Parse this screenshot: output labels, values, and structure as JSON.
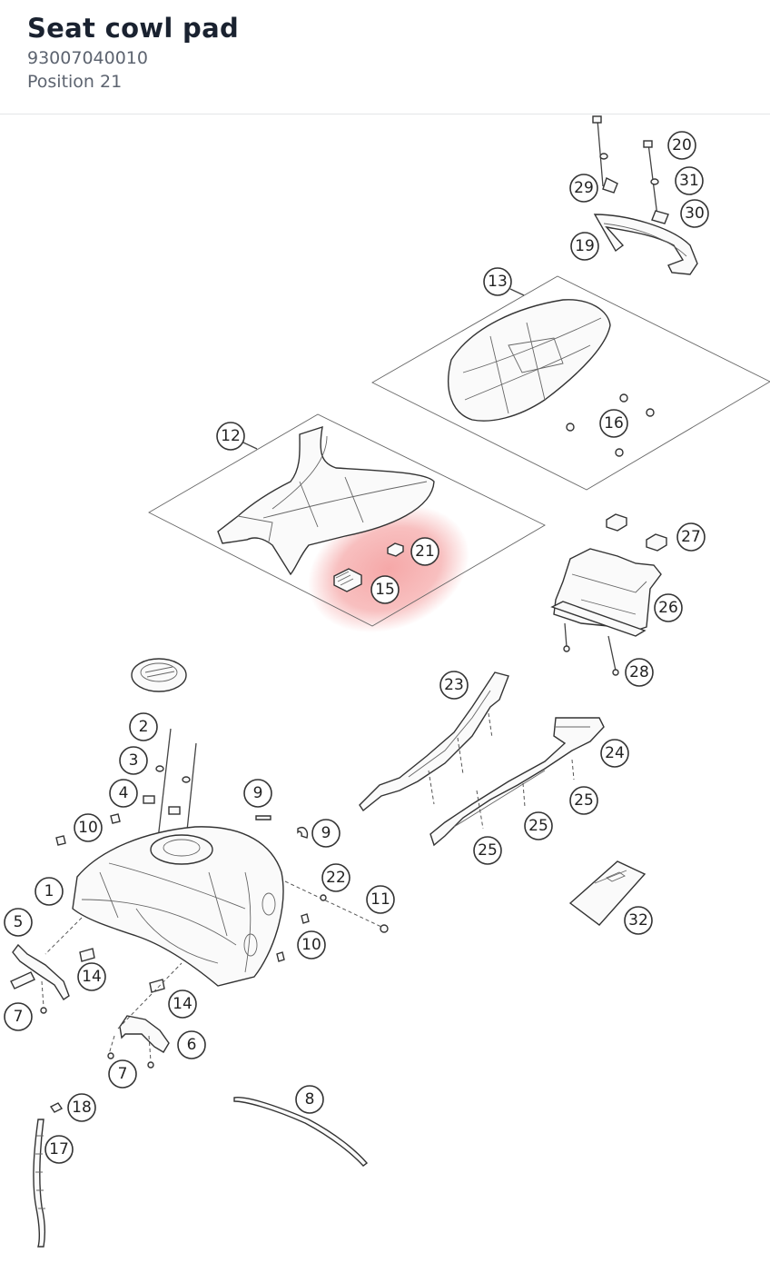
{
  "header": {
    "title": "Seat cowl pad",
    "part_number": "93007040010",
    "position": "Position 21"
  },
  "highlight_color": "#f28b8b",
  "callouts": [
    "20",
    "29",
    "31",
    "30",
    "19",
    "13",
    "16",
    "12",
    "21",
    "15",
    "27",
    "26",
    "28",
    "23",
    "24",
    "25",
    "25",
    "25",
    "2",
    "3",
    "4",
    "10",
    "9",
    "9",
    "22",
    "11",
    "1",
    "5",
    "10",
    "14",
    "14",
    "7",
    "6",
    "7",
    "18",
    "8",
    "17",
    "32"
  ]
}
